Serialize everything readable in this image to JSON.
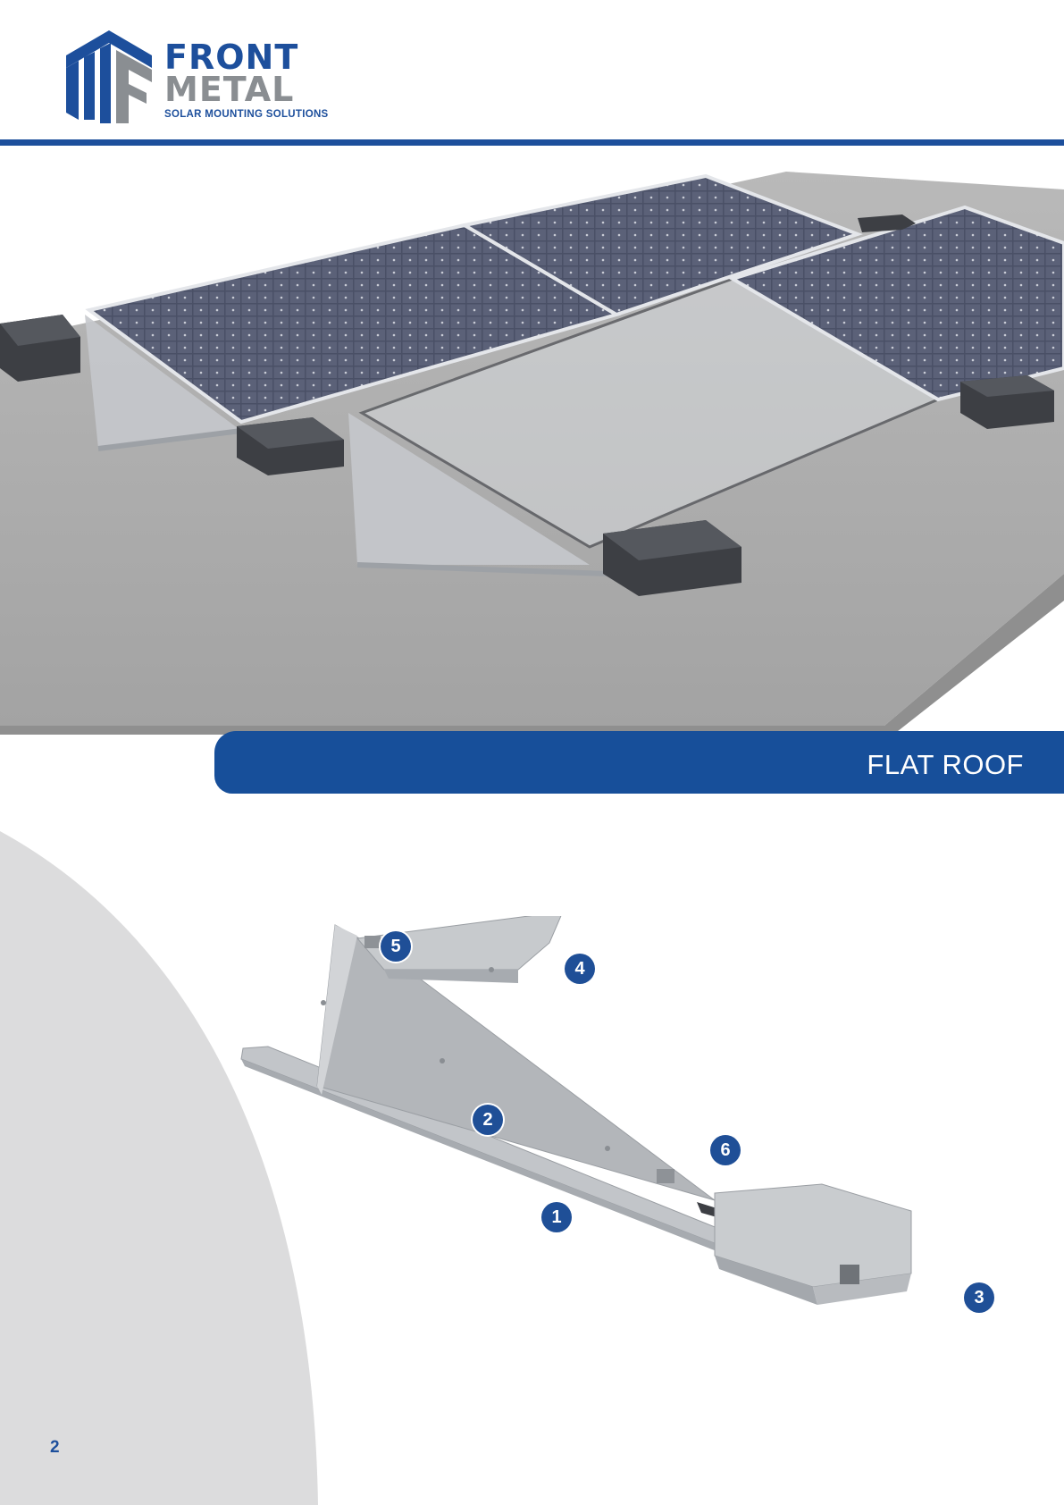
{
  "header": {
    "brand_line1": "FRONT",
    "brand_line2": "METAL",
    "tagline": "SOLAR MOUNTING SOLUTIONS",
    "logo_icon": "front-metal-logo-icon",
    "brand_color": "#1d4f9c",
    "accent_gray": "#8a8e92"
  },
  "hero": {
    "image_icon": "solar-panels-flat-roof-image"
  },
  "section": {
    "title": "FLAT ROOF",
    "color": "#174f9a"
  },
  "diagram": {
    "image_icon": "flat-roof-mounting-bracket-image",
    "callouts": [
      "1",
      "2",
      "3",
      "4",
      "5",
      "6"
    ]
  },
  "footer": {
    "page_number": "2"
  }
}
